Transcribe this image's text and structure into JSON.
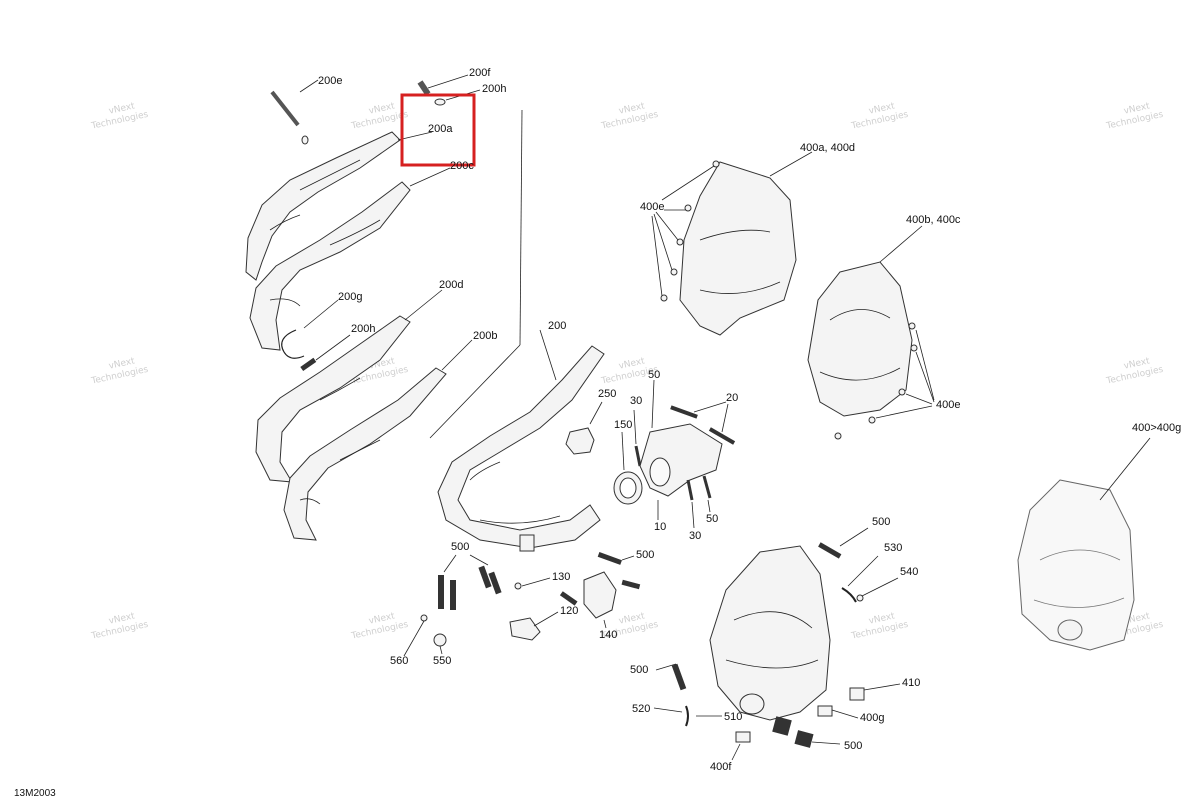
{
  "diagram_code": "13M2003",
  "watermark": {
    "line1": "vNext",
    "line2": "Technologies"
  },
  "labels": {
    "l200e": "200e",
    "l200f": "200f",
    "l200h_top": "200h",
    "l200a": "200a",
    "l200c": "200c",
    "l200g": "200g",
    "l200h_mid": "200h",
    "l200d": "200d",
    "l200b": "200b",
    "l200": "200",
    "l250": "250",
    "l30a": "30",
    "l150": "150",
    "l50a": "50",
    "l20": "20",
    "l10": "10",
    "l50b": "50",
    "l30b": "30",
    "l500a": "500",
    "l130": "130",
    "l500b": "500",
    "l120": "120",
    "l140": "140",
    "l560": "560",
    "l550": "550",
    "l400ad": "400a, 400d",
    "l400e_a": "400e",
    "l400bc": "400b, 400c",
    "l400e_b": "400e",
    "l400g_big": "400>400g",
    "l500c": "500",
    "l530": "530",
    "l540": "540",
    "l410": "410",
    "l400g": "400g",
    "l500d": "500",
    "l520": "520",
    "l510": "510",
    "l400f": "400f",
    "l500e": "500"
  },
  "highlight_color": "#d62020"
}
